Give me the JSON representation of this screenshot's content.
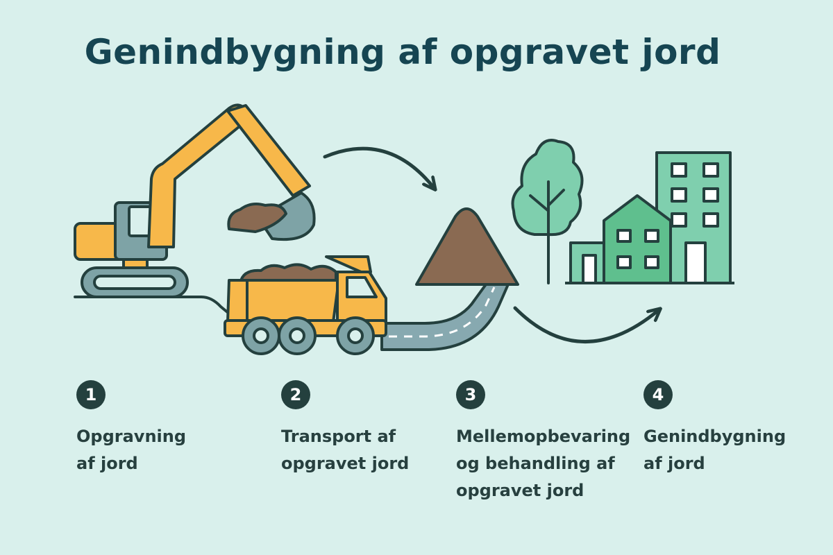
{
  "title": "Genindbygning af opgravet jord",
  "colors": {
    "background": "#d9f0ec",
    "title": "#164552",
    "outline": "#24403e",
    "machine_yellow": "#f7b84a",
    "machine_grey": "#7ea3a6",
    "soil_brown": "#8a6a52",
    "road": "#87a9b0",
    "green_light": "#7fcfae",
    "green_mid": "#5fbf8e"
  },
  "steps": [
    {
      "number": "1",
      "label": "Opgravning\naf jord",
      "icon": "excavator-icon"
    },
    {
      "number": "2",
      "label": "Transport af\nopgravet jord",
      "icon": "dump-truck-icon"
    },
    {
      "number": "3",
      "label": "Mellemopbevaring\nog behandling af\nopgravet jord",
      "icon": "soil-pile-icon"
    },
    {
      "number": "4",
      "label": "Genindbygning\naf jord",
      "icon": "city-buildings-icon"
    }
  ]
}
